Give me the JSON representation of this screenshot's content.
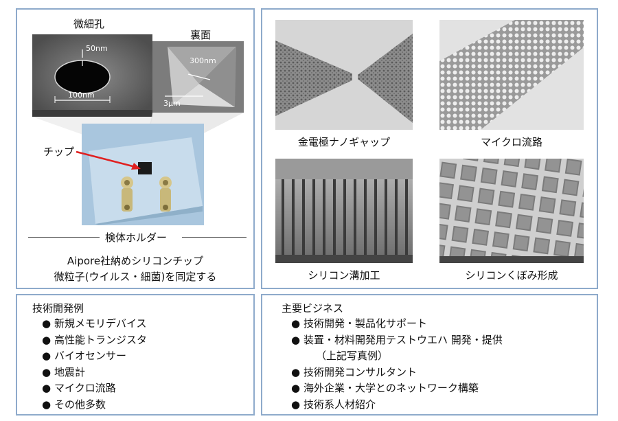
{
  "left_panel": {
    "hole_label": "微細孔",
    "back_label": "裏面",
    "sem_hole": {
      "scale_50": "50nm",
      "scale_100": "100nm"
    },
    "sem_back": {
      "scale_300": "300nm",
      "scale_3um": "3μm"
    },
    "chip_label": "チップ",
    "holder_label": "検体ホルダー",
    "caption_line1": "Aipore社納めシリコンチップ",
    "caption_line2": "微粒子(ウイルス・細菌)を同定する"
  },
  "right_panel": {
    "images": [
      {
        "caption": "金電極ナノギャップ"
      },
      {
        "caption": "マイクロ流路"
      },
      {
        "caption": "シリコン溝加工"
      },
      {
        "caption": "シリコンくぼみ形成"
      }
    ]
  },
  "dev_examples": {
    "title": "技術開発例",
    "items": [
      "新規メモリデバイス",
      "高性能トランジスタ",
      "バイオセンサー",
      "地震計",
      "マイクロ流路",
      "その他多数"
    ]
  },
  "main_business": {
    "title": "主要ビジネス",
    "items": [
      "技術開発・製品化サポート",
      "装置・材料開発用テストウエハ 開発・提供",
      "技術開発コンサルタント",
      "海外企業・大学とのネットワーク構築",
      "技術系人材紹介"
    ],
    "sub_note": "（上記写真例）"
  },
  "colors": {
    "border": "#8eaacb",
    "arrow": "#e02020"
  }
}
